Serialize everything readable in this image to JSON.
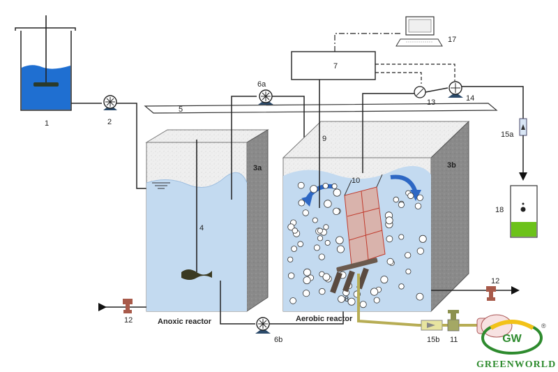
{
  "labels": {
    "n1": "1",
    "n2": "2",
    "n3a": "3a",
    "n3b": "3b",
    "n4": "4",
    "n5": "5",
    "n6a": "6a",
    "n6b": "6b",
    "n7": "7",
    "n8": "8",
    "n9": "9",
    "n10": "10",
    "n11": "11",
    "n12_left": "12",
    "n12_right": "12",
    "n13": "13",
    "n14": "14",
    "n15a": "15a",
    "n15b": "15b",
    "n17": "17",
    "n18": "18"
  },
  "reactors": {
    "anoxic": "Anoxic reactor",
    "aerobic": "Aerobic reactor"
  },
  "logo": {
    "brand": "GREENWORLD",
    "registered": "®",
    "mark": "GW"
  },
  "colors": {
    "water": "#c3daf0",
    "water_top": "#a8c8e8",
    "speckle": "#ededed",
    "tank_side": "#7f7f7f",
    "feed_liquid": "#1f6fd1",
    "valve_red": "#a85a4a",
    "air_pipe": "#b7ad55",
    "media_frame": "#e3a28f",
    "sludge_green": "#6cc21a",
    "arrow_blue": "#2d67c4",
    "logo_green": "#2e8b2e",
    "logo_yellow": "#f2c218"
  }
}
